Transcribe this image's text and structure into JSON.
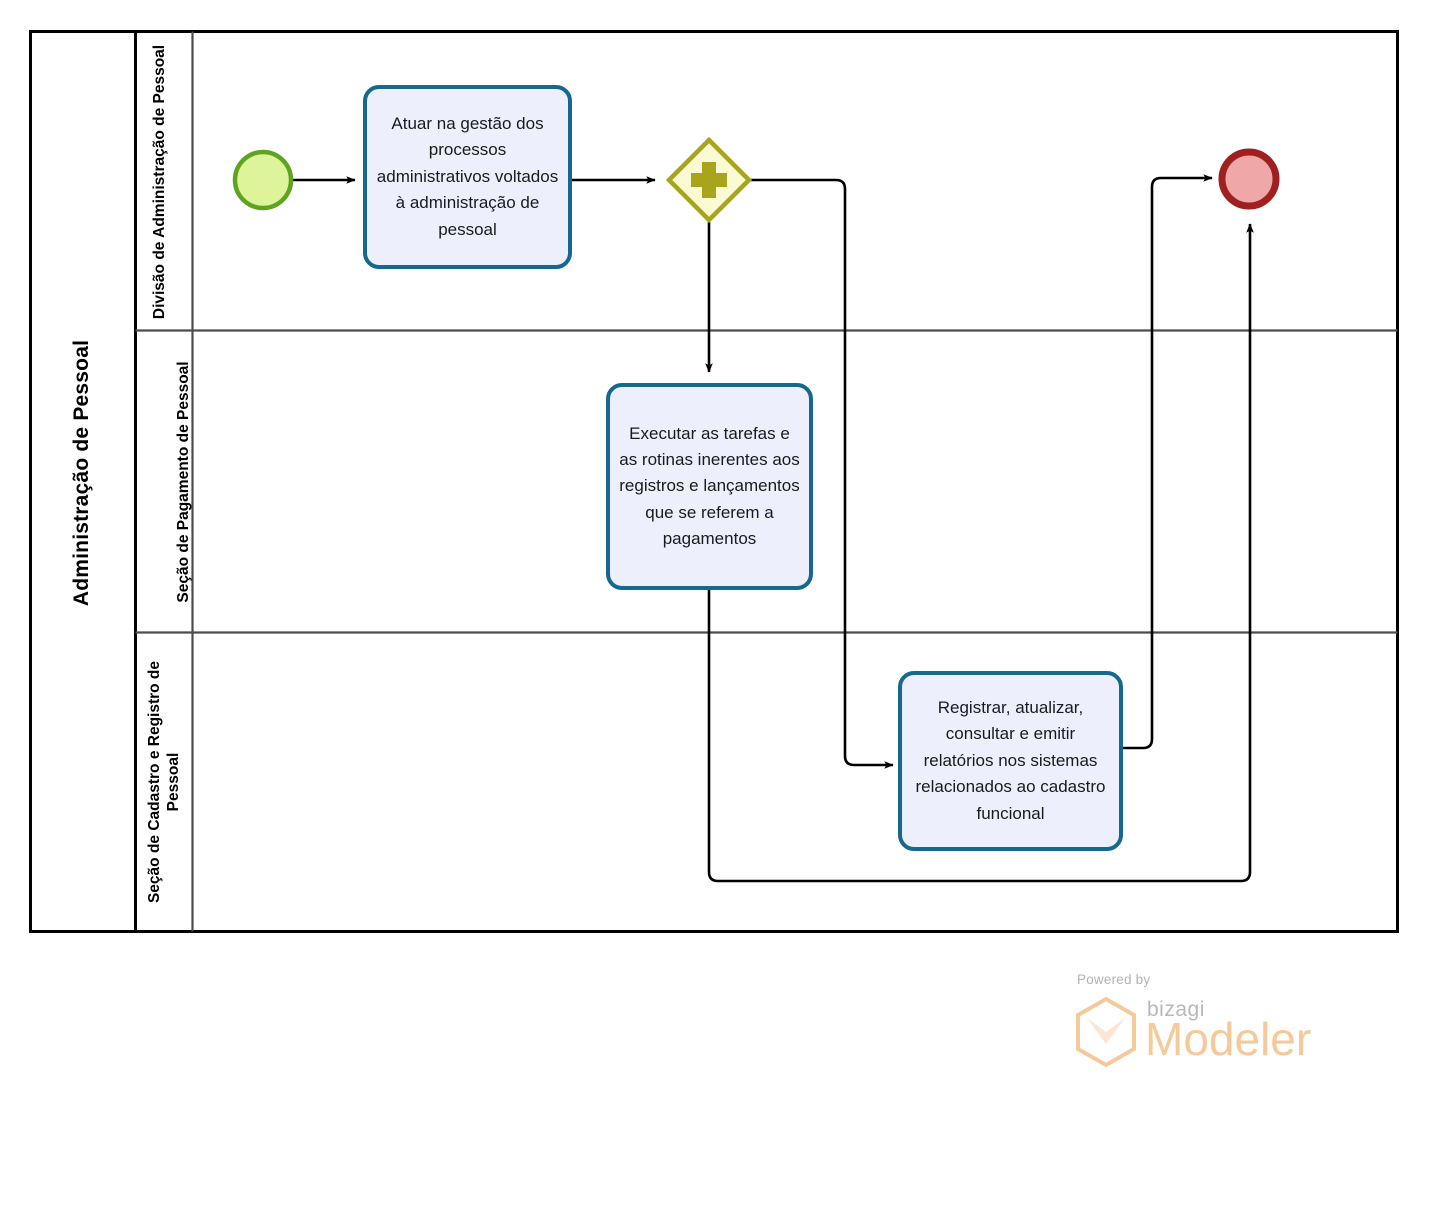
{
  "diagram": {
    "type": "bpmn-pool-lanes",
    "pool": {
      "name": "Administração de Pessoal"
    },
    "lanes": [
      {
        "id": "lane-divisao",
        "name": "Divisão de Administração de Pessoal"
      },
      {
        "id": "lane-pagamento",
        "name": "Seção de Pagamento de Pessoal"
      },
      {
        "id": "lane-cadastro",
        "name": "Seção de Cadastro e Registro de Pessoal"
      }
    ],
    "events": [
      {
        "id": "start-event",
        "type": "start",
        "name": "",
        "lane": "lane-divisao",
        "fill": "#DDF49B",
        "stroke": "#5FA421"
      },
      {
        "id": "end-event",
        "type": "end",
        "name": "",
        "lane": "lane-divisao",
        "fill": "#EFA7A7",
        "stroke": "#A02020"
      }
    ],
    "gateways": [
      {
        "id": "parallel-gateway",
        "type": "parallel",
        "name": "",
        "lane": "lane-divisao",
        "fill": "#FBFAD2",
        "stroke": "#A8A41C",
        "marker": "+"
      }
    ],
    "tasks": [
      {
        "id": "task-gestao",
        "lane": "lane-divisao",
        "name": "Atuar na gestão dos processos administrativos voltados à administração de pessoal"
      },
      {
        "id": "task-pagamentos",
        "lane": "lane-pagamento",
        "name": "Executar as tarefas e as rotinas inerentes aos registros e lançamentos  que se referem a pagamentos"
      },
      {
        "id": "task-cadastro",
        "lane": "lane-cadastro",
        "name": "Registrar, atualizar, consultar e emitir relatórios nos sistemas relacionados ao cadastro funcional"
      }
    ],
    "flows": [
      {
        "id": "flow-start-to-task1",
        "from": "start-event",
        "to": "task-gestao"
      },
      {
        "id": "flow-task1-to-gateway",
        "from": "task-gestao",
        "to": "parallel-gateway"
      },
      {
        "id": "flow-gateway-to-task2",
        "from": "parallel-gateway",
        "to": "task-pagamentos"
      },
      {
        "id": "flow-gateway-to-task3",
        "from": "parallel-gateway",
        "to": "task-cadastro"
      },
      {
        "id": "flow-task3-to-end",
        "from": "task-cadastro",
        "to": "end-event"
      },
      {
        "id": "flow-task2-to-end",
        "from": "task-pagamentos",
        "to": "end-event"
      }
    ],
    "colors": {
      "task_fill": "#EDF0FC",
      "task_stroke": "#17688F",
      "pool_stroke": "#000000",
      "lane_stroke": "#4D4D4D",
      "flow_stroke": "#000000"
    }
  },
  "branding": {
    "powered_by": "Powered by",
    "bizagi": "bizagi",
    "modeler": "Modeler",
    "logo_icon": "hexagon-icon",
    "accent": "#F6C99A"
  }
}
